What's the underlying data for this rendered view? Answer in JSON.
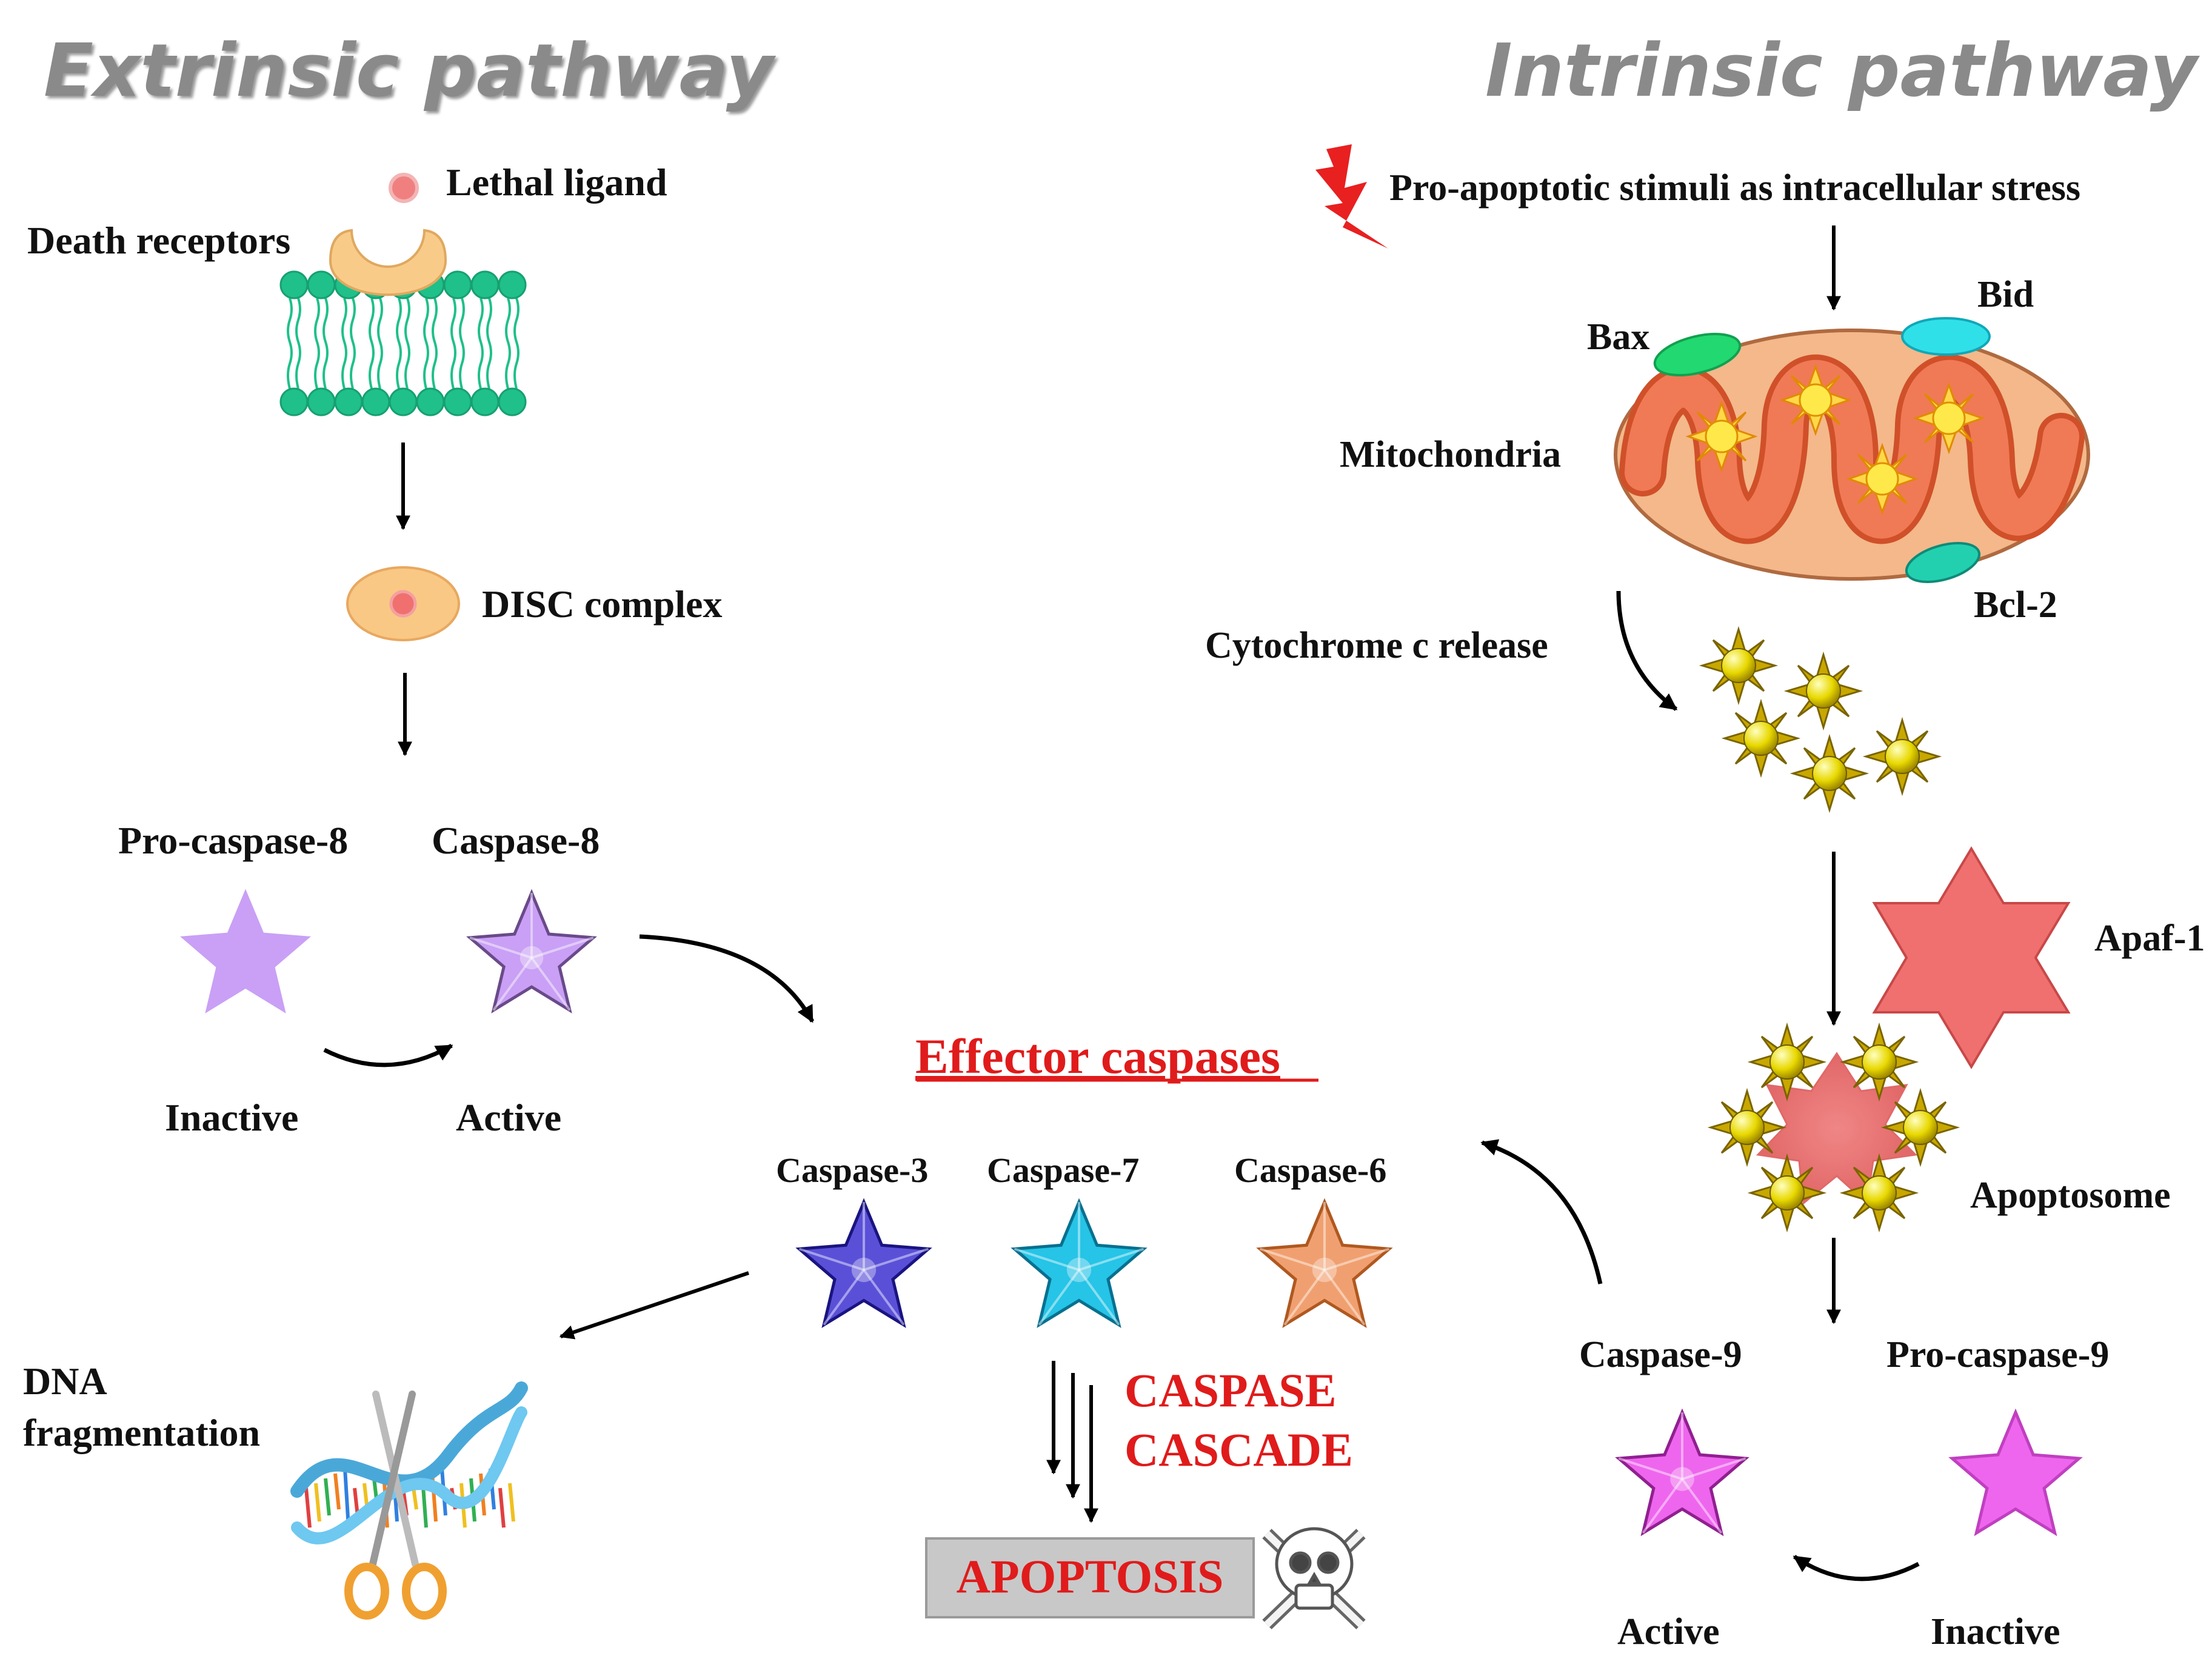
{
  "titles": {
    "extrinsic": "Extrinsic  pathway",
    "intrinsic": "Intrinsic  pathway"
  },
  "extrinsic": {
    "lethal_ligand": "Lethal ligand",
    "death_receptors": "Death receptors",
    "disc_complex": "DISC complex",
    "procaspase8": "Pro-caspase-8",
    "caspase8": "Caspase-8",
    "inactive": "Inactive",
    "active": "Active"
  },
  "intrinsic": {
    "stimuli": "Pro-apoptotic stimuli as intracellular stress",
    "bax": "Bax",
    "bid": "Bid",
    "mitochondria": "Mitochondria",
    "bcl2": "Bcl-2",
    "cytochrome_release": "Cytochrome c release",
    "apaf1": "Apaf-1",
    "apoptosome": "Apoptosome",
    "caspase9": "Caspase-9",
    "procaspase9": "Pro-caspase-9",
    "active": "Active",
    "inactive": "Inactive"
  },
  "effector": {
    "title": "Effector caspases",
    "caspase3": "Caspase-3",
    "caspase7": "Caspase-7",
    "caspase6": "Caspase-6",
    "cascade_line1": "CASPASE",
    "cascade_line2": "CASCADE",
    "apoptosis": "APOPTOSIS"
  },
  "dna": {
    "line1": "DNA",
    "line2": "fragmentation"
  },
  "colors": {
    "title_gray": "#8a8a8a",
    "membrane_green": "#1fc08a",
    "caspase8_lilac": "#c9a0f5",
    "caspase3_blue": "#5a50d8",
    "caspase7_cyan": "#26c4e6",
    "caspase6_orange": "#f0a070",
    "caspase9_magenta": "#ee66ee",
    "apaf_red": "#f07070",
    "alert_red": "#e01b1b",
    "mito_orange": "#f07a55",
    "cytochrome_gold": "#e8d800"
  }
}
